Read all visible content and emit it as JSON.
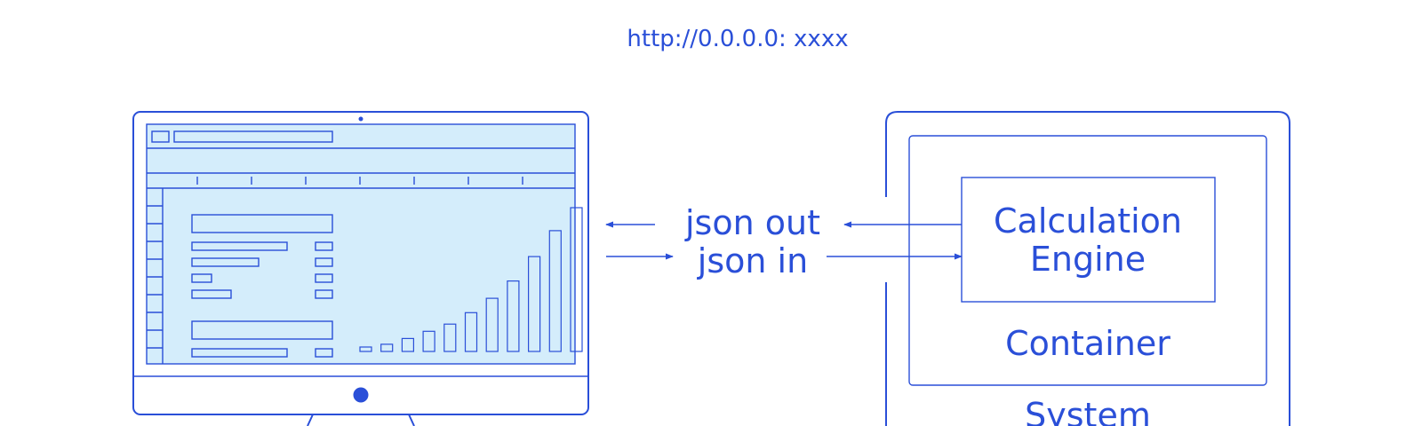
{
  "url": "http://0.0.0.0: xxxx",
  "arrows": {
    "out_label": "json out",
    "in_label": "json in"
  },
  "server": {
    "engine_line1": "Calculation",
    "engine_line2": "Engine",
    "container_label": "Container",
    "system_label": "System"
  },
  "spreadsheet_mockup": {
    "bar_heights": [
      0.03,
      0.05,
      0.09,
      0.14,
      0.19,
      0.27,
      0.37,
      0.49,
      0.66,
      0.84,
      1.0
    ]
  },
  "colors": {
    "accent": "#2a4fd8",
    "screen_fill": "#d4edfb",
    "background": "#ffffff"
  },
  "icons": [
    "monitor-icon",
    "arrow-left-icon",
    "arrow-right-icon"
  ]
}
